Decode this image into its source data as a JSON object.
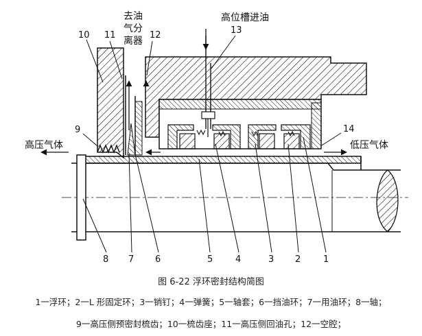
{
  "labels": {
    "oil_out": [
      "去油",
      "气分",
      "离器"
    ],
    "oil_in": "高位槽进油",
    "high_gas": "高压气体",
    "low_gas": "低压气体"
  },
  "part_numbers": [
    "1",
    "2",
    "3",
    "4",
    "5",
    "6",
    "7",
    "8",
    "9",
    "10",
    "11",
    "12",
    "13",
    "14"
  ],
  "caption": "图 6-22   浮环密封结构简图",
  "legend_line1": "1一浮环；2一L 形固定环；3一销钉；4一弹簧；5一轴套；6一挡油环；7一用油环；8一轴；",
  "legend_line2": "9一高压侧预密封梳齿；10一梳齿座；11一高压侧回油孔；12一空腔；"
}
